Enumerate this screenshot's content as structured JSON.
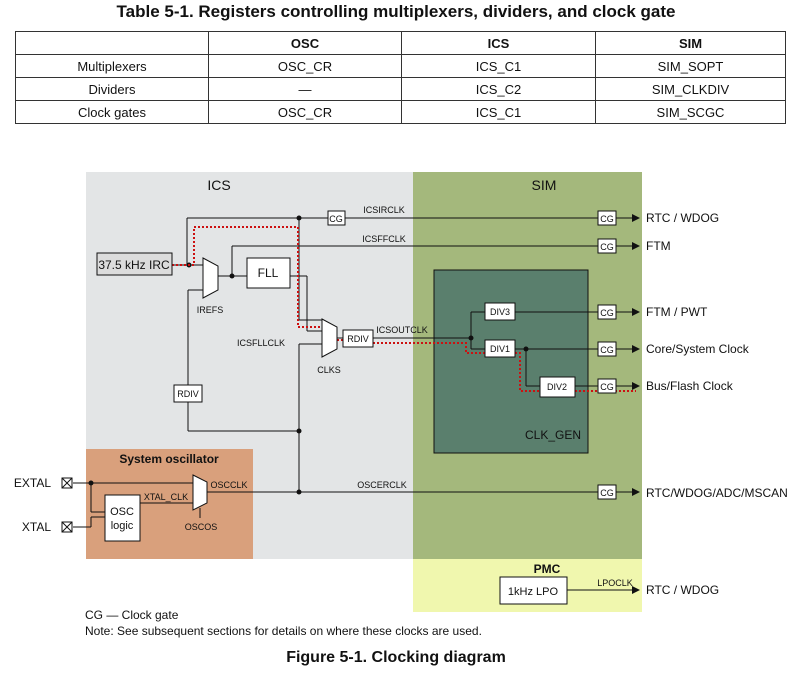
{
  "table": {
    "title": "Table 5-1.   Registers controlling multiplexers, dividers, and clock gate",
    "headers": [
      "",
      "OSC",
      "ICS",
      "SIM"
    ],
    "rows": [
      [
        "Multiplexers",
        "OSC_CR",
        "ICS_C1",
        "SIM_SOPT"
      ],
      [
        "Dividers",
        "—",
        "ICS_C2",
        "SIM_CLKDIV"
      ],
      [
        "Clock gates",
        "OSC_CR",
        "ICS_C1",
        "SIM_SCGC"
      ]
    ]
  },
  "diagram": {
    "regions": {
      "ics": "ICS",
      "sim": "SIM",
      "pmc": "PMC",
      "sysosc": "System oscillator",
      "clkgen": "CLK_GEN"
    },
    "blocks": {
      "irc": "37.5 kHz IRC",
      "fll": "FLL",
      "rdiv_ref": "RDIV",
      "rdiv_out": "RDIV",
      "div1": "DIV1",
      "div2": "DIV2",
      "div3": "DIV3",
      "osc_logic_1": "OSC",
      "osc_logic_2": "logic",
      "lpo": "1kHz LPO",
      "cg": "CG"
    },
    "mux_labels": {
      "irefs": "IREFS",
      "clks": "CLKS",
      "oscos": "OSCOS"
    },
    "signals": {
      "icsirclk": "ICSIRCLK",
      "icsffclk": "ICSFFCLK",
      "icsfllclk": "ICSFLLCLK",
      "icsoutclk": "ICSOUTCLK",
      "xtal_clk": "XTAL_CLK",
      "oscclk": "OSCCLK",
      "oscerclk": "OSCERCLK",
      "lpoclk": "LPOCLK"
    },
    "pins": {
      "extal": "EXTAL",
      "xtal": "XTAL"
    },
    "outputs": {
      "rtc_wdog_1": "RTC / WDOG",
      "ftm": "FTM",
      "ftm_pwt": "FTM / PWT",
      "core": "Core/System Clock",
      "bus": "Bus/Flash Clock",
      "rtc_adc": "RTC/WDOG/ADC/MSCAN",
      "rtc_wdog_2": "RTC / WDOG"
    },
    "colors": {
      "ics_bg": "#e3e5e6",
      "sim_bg": "#a4b87c",
      "clkgen_bg": "#5a7f6d",
      "sysosc_bg": "#d9a07c",
      "pmc_bg": "#f0f7ae",
      "highlight_path": "#cc1111"
    }
  },
  "notes": {
    "cg_legend": "CG — Clock gate",
    "note": "Note: See subsequent sections for details on where these clocks are used."
  },
  "figure_caption": "Figure 5-1. Clocking diagram"
}
